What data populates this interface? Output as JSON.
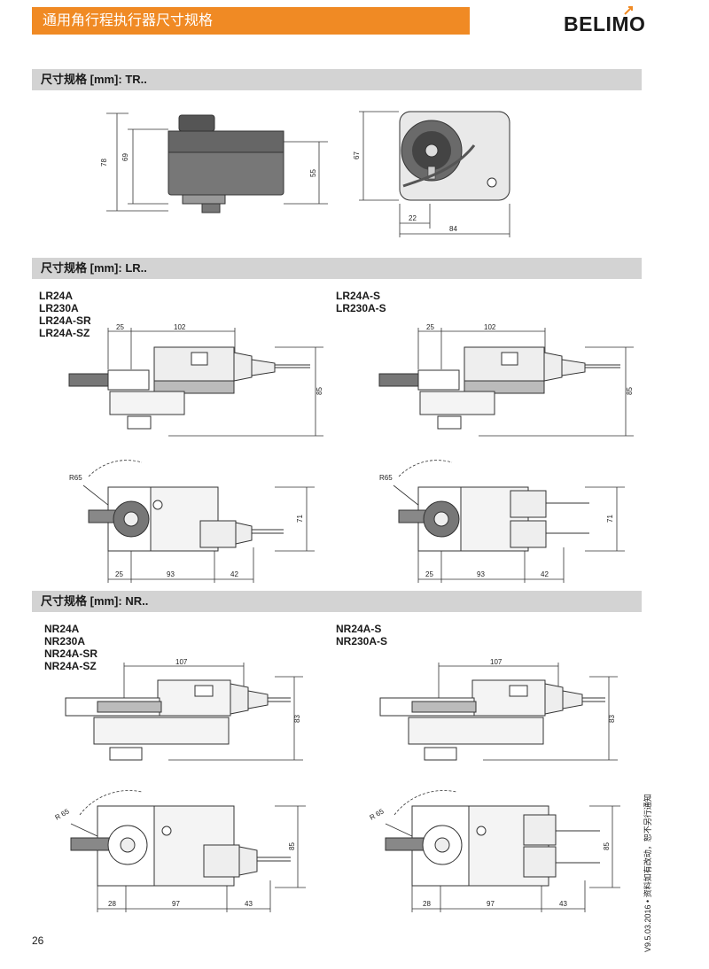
{
  "header": {
    "title": "通用角行程执行器尺寸规格",
    "brand": "BELIMO",
    "accent_color": "#f08a24"
  },
  "sections": [
    {
      "title": "尺寸规格 [mm]: TR..",
      "side_dims": [
        "78",
        "69",
        "55"
      ],
      "front_dims": [
        "67",
        "22",
        "84"
      ]
    },
    {
      "title": "尺寸规格 [mm]: LR..",
      "group_left": [
        "LR24A",
        "LR230A",
        "LR24A-SR",
        "LR24A-SZ"
      ],
      "group_right": [
        "LR24A-S",
        "LR230A-S"
      ],
      "side_dims": [
        "25",
        "102",
        "85"
      ],
      "top_dims": [
        "R65",
        "71",
        "25",
        "93",
        "42"
      ]
    },
    {
      "title": "尺寸规格 [mm]: NR..",
      "group_left": [
        "NR24A",
        "NR230A",
        "NR24A-SR",
        "NR24A-SZ"
      ],
      "group_right": [
        "NR24A-S",
        "NR230A-S"
      ],
      "side_dims": [
        "107",
        "83"
      ],
      "top_dims": [
        "R 65",
        "85",
        "28",
        "97",
        "43"
      ]
    }
  ],
  "footer": {
    "page_number": "26",
    "version_note": "V9.5.03.2016 • 资料如有改动，恕不另行通知"
  }
}
